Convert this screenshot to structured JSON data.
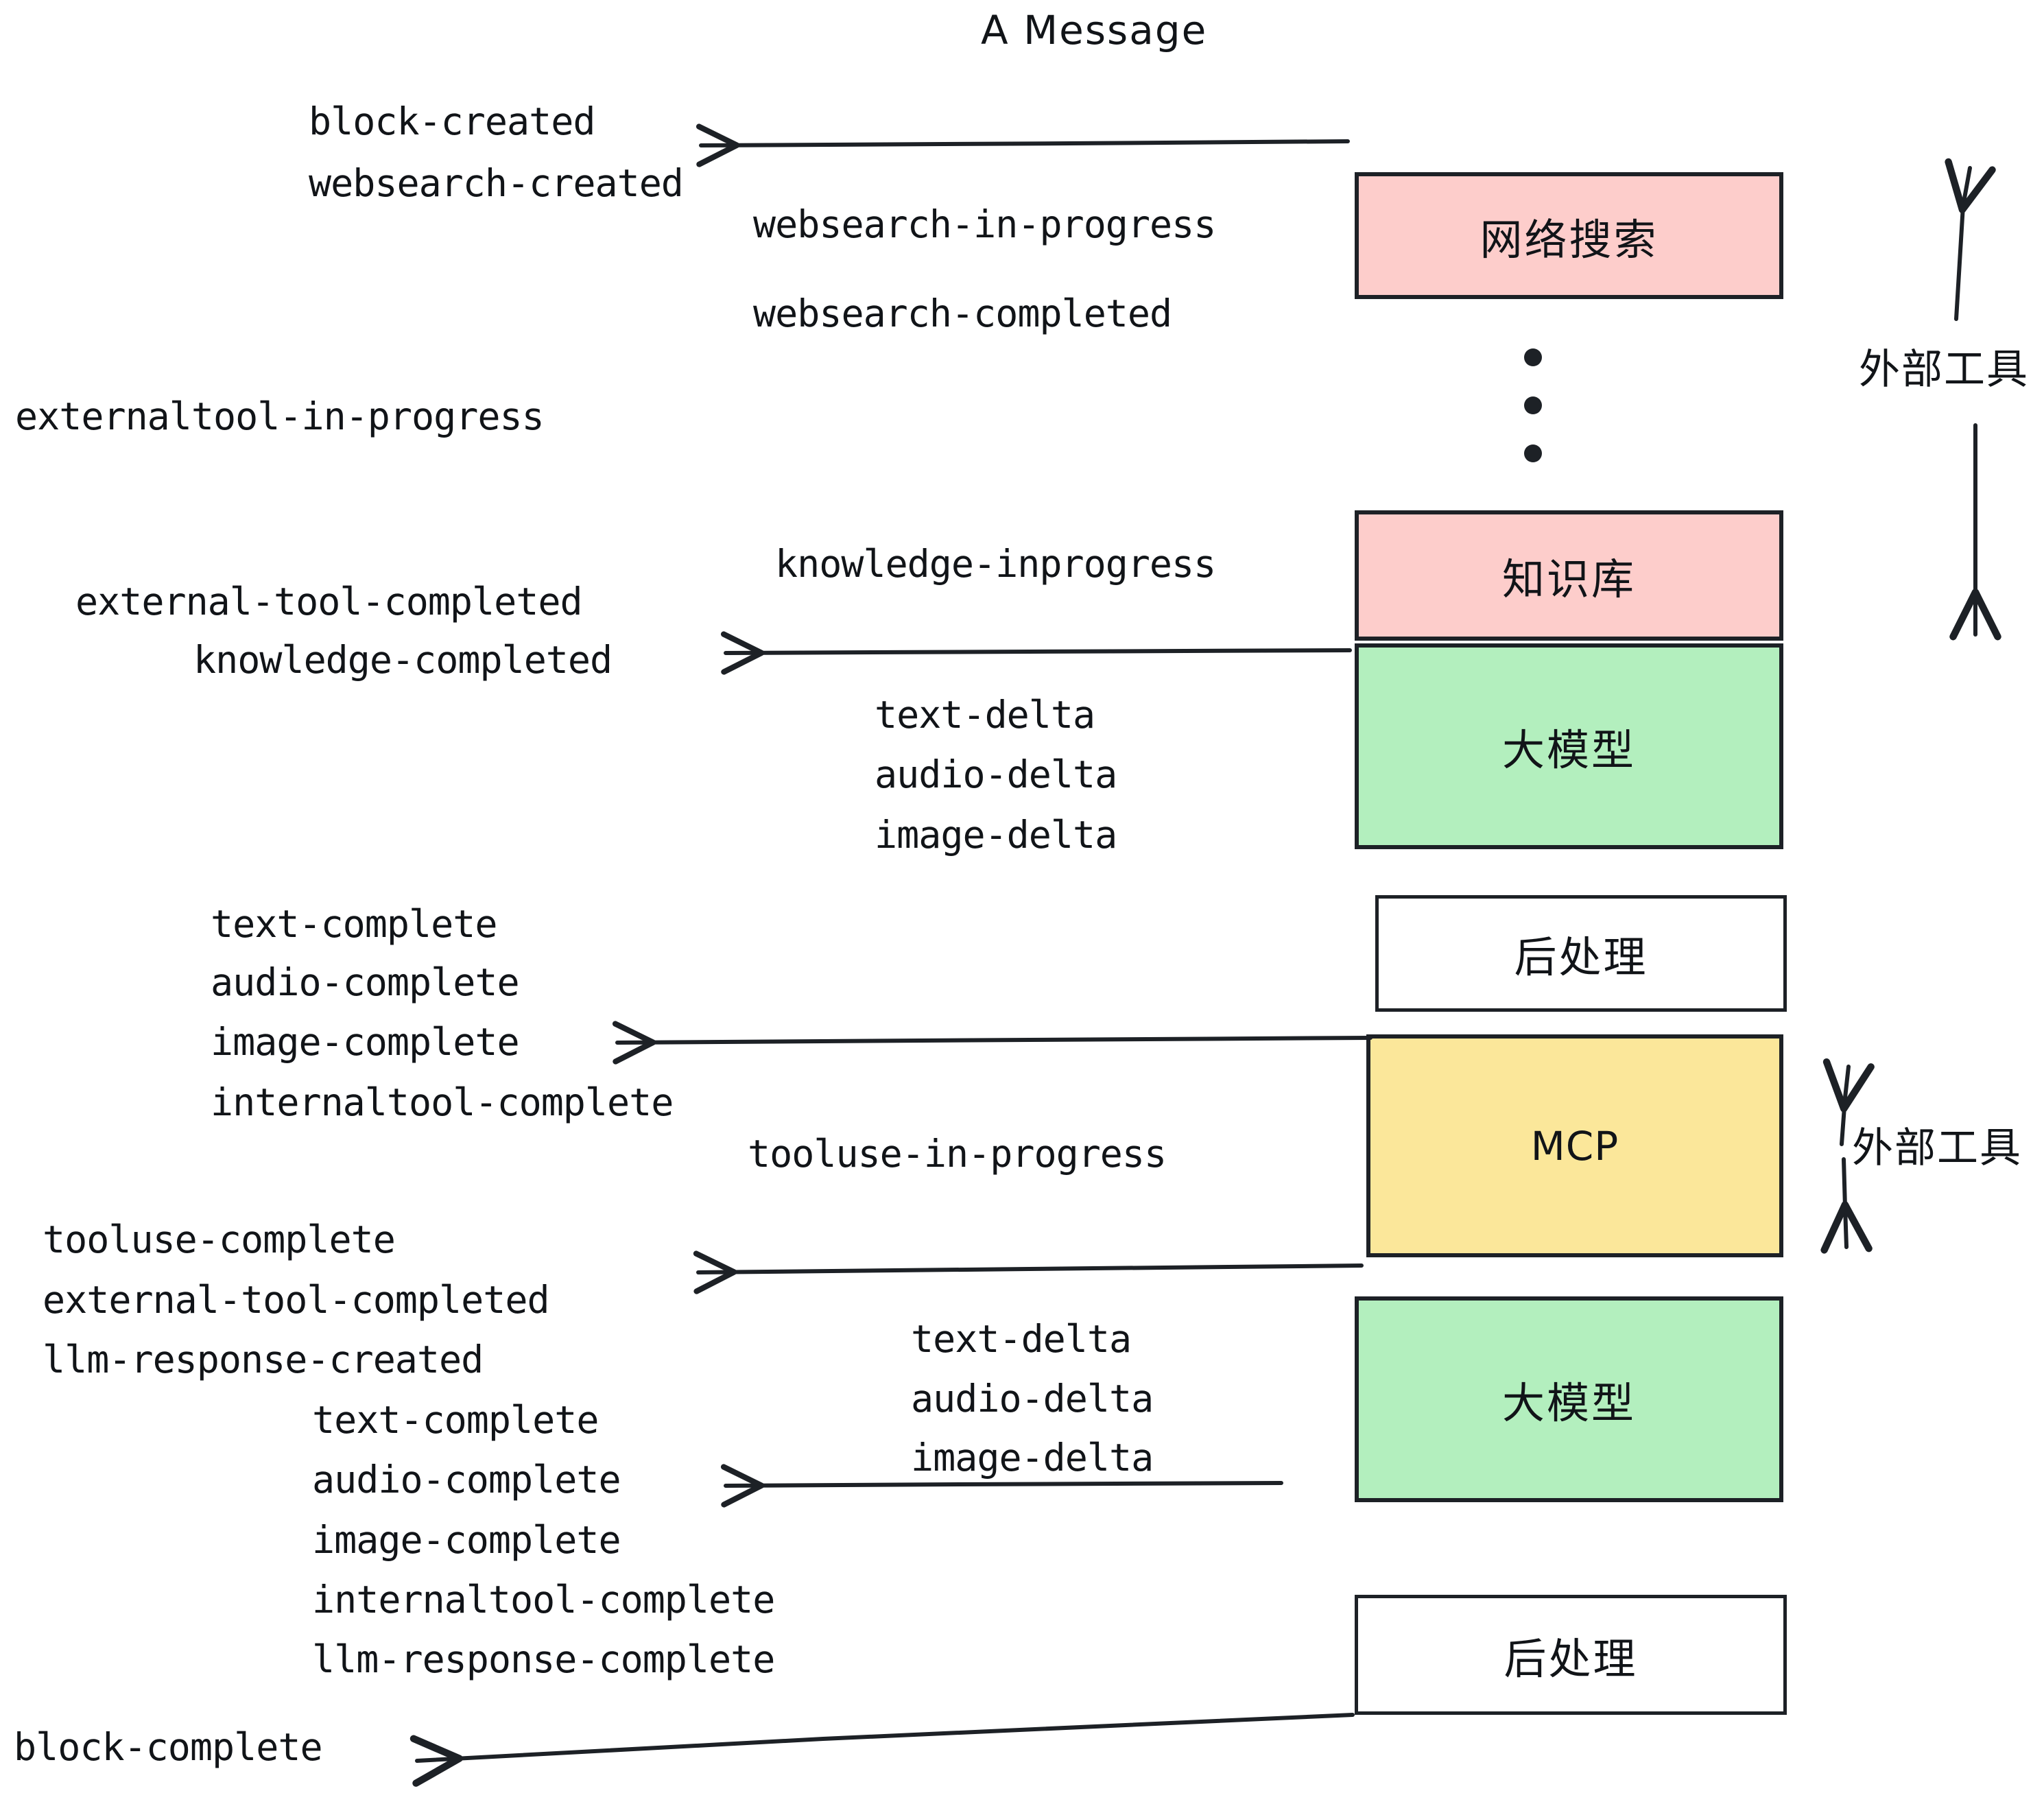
{
  "title": "A Message",
  "colors": {
    "pink": "#fdcdcb",
    "green": "#b3efbe",
    "yellow": "#fbe79a",
    "white": "#ffffff",
    "stroke": "#1d2126",
    "text": "#111418"
  },
  "nodes": [
    {
      "id": "websearch",
      "label": "网络搜索",
      "fill": "#fdcdcb",
      "latin": false
    },
    {
      "id": "knowledge",
      "label": "知识库",
      "fill": "#fdcdcb",
      "latin": false
    },
    {
      "id": "llm-1",
      "label": "大模型",
      "fill": "#b3efbe",
      "latin": false
    },
    {
      "id": "postprocess-1",
      "label": "后处理",
      "fill": "#ffffff",
      "latin": false
    },
    {
      "id": "mcp",
      "label": "MCP",
      "fill": "#fbe79a",
      "latin": true
    },
    {
      "id": "llm-2",
      "label": "大模型",
      "fill": "#b3efbe",
      "latin": false
    },
    {
      "id": "postprocess-2",
      "label": "后处理",
      "fill": "#ffffff",
      "latin": false
    }
  ],
  "side_labels": [
    {
      "id": "external-tools-top",
      "text": "外部工具"
    },
    {
      "id": "external-tools-bottom",
      "text": "外部工具"
    }
  ],
  "events": [
    {
      "id": "block-created",
      "text": "block-created"
    },
    {
      "id": "websearch-created",
      "text": "websearch-created"
    },
    {
      "id": "websearch-in-progress",
      "text": "websearch-in-progress"
    },
    {
      "id": "websearch-completed",
      "text": "websearch-completed"
    },
    {
      "id": "externaltool-in-progress",
      "text": "externaltool-in-progress"
    },
    {
      "id": "knowledge-inprogress",
      "text": "knowledge-inprogress"
    },
    {
      "id": "external-tool-completed-1",
      "text": "external-tool-completed"
    },
    {
      "id": "knowledge-completed",
      "text": "knowledge-completed"
    },
    {
      "id": "text-delta-1",
      "text": "text-delta"
    },
    {
      "id": "audio-delta-1",
      "text": "audio-delta"
    },
    {
      "id": "image-delta-1",
      "text": "image-delta"
    },
    {
      "id": "text-complete-1",
      "text": "text-complete"
    },
    {
      "id": "audio-complete-1",
      "text": "audio-complete"
    },
    {
      "id": "image-complete-1",
      "text": "image-complete"
    },
    {
      "id": "internaltool-complete-1",
      "text": "internaltool-complete"
    },
    {
      "id": "tooluse-in-progress",
      "text": "tooluse-in-progress"
    },
    {
      "id": "tooluse-complete",
      "text": "tooluse-complete"
    },
    {
      "id": "external-tool-completed-2",
      "text": "external-tool-completed"
    },
    {
      "id": "llm-response-created",
      "text": "llm-response-created"
    },
    {
      "id": "text-delta-2",
      "text": "text-delta"
    },
    {
      "id": "audio-delta-2",
      "text": "audio-delta"
    },
    {
      "id": "image-delta-2",
      "text": "image-delta"
    },
    {
      "id": "text-complete-2",
      "text": "text-complete"
    },
    {
      "id": "audio-complete-2",
      "text": "audio-complete"
    },
    {
      "id": "image-complete-2",
      "text": "image-complete"
    },
    {
      "id": "internaltool-complete-2",
      "text": "internaltool-complete"
    },
    {
      "id": "llm-response-complete",
      "text": "llm-response-complete"
    },
    {
      "id": "block-complete",
      "text": "block-complete"
    }
  ]
}
